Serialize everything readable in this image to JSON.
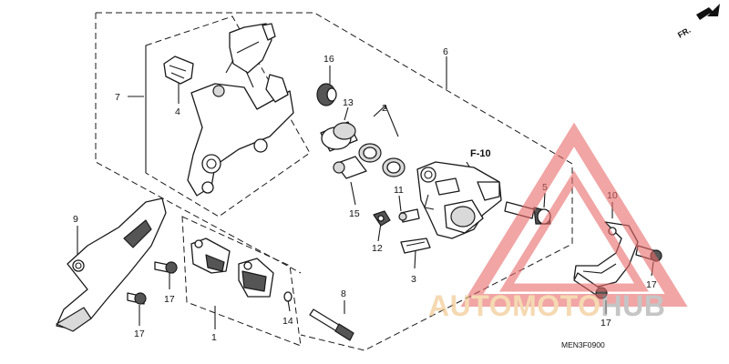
{
  "direction": {
    "label": "FR."
  },
  "reference": "F-10",
  "diagram_code": "MEN3F0900",
  "watermark": {
    "part1": "AUTOMOTO",
    "part2": "HUB",
    "color1": "#f0c080",
    "color2": "#a0a0a0",
    "triangle_color": "#e86a6a"
  },
  "callouts": {
    "c1": "1",
    "c2": "2",
    "c3": "3",
    "c4": "4",
    "c5": "5",
    "c6": "6",
    "c7": "7",
    "c8": "8",
    "c9": "9",
    "c10": "10",
    "c11": "11",
    "c12": "12",
    "c13": "13",
    "c14": "14",
    "c15": "15",
    "c16": "16",
    "c17a": "17",
    "c17b": "17",
    "c17c": "17",
    "c17d": "17"
  }
}
